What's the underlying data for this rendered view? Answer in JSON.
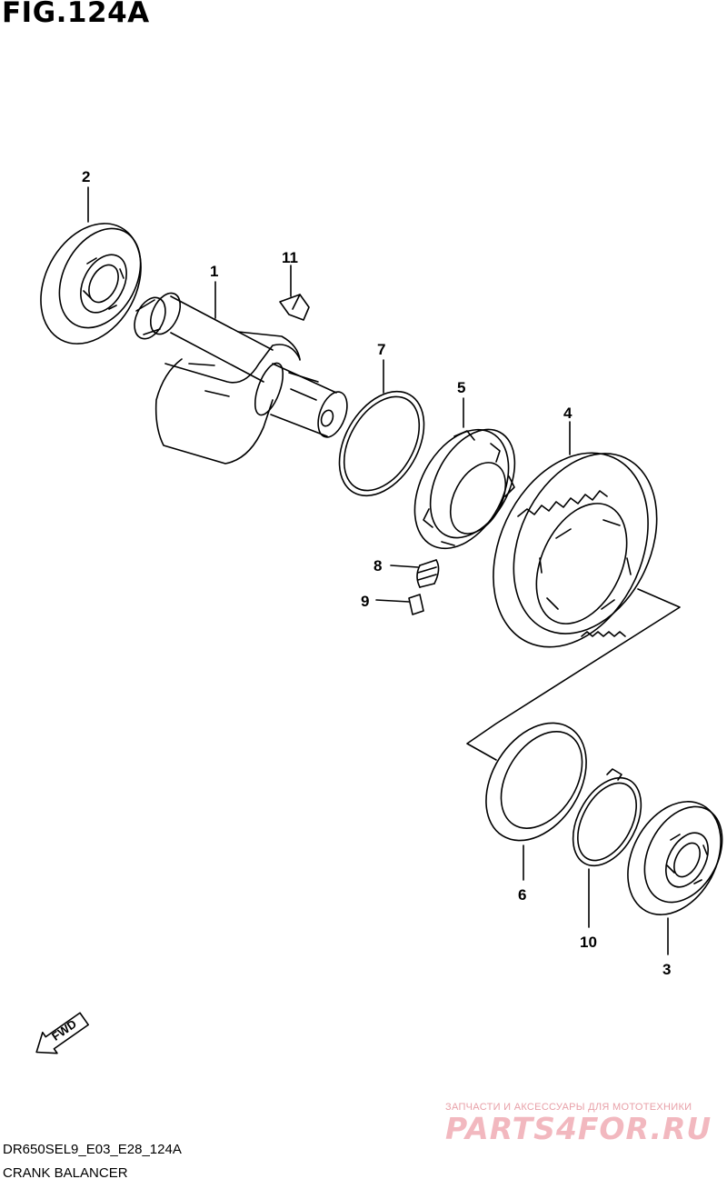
{
  "figure": {
    "title": "FIG.124A"
  },
  "callouts": {
    "c1": "1",
    "c2": "2",
    "c3": "3",
    "c4": "4",
    "c5": "5",
    "c6": "6",
    "c7": "7",
    "c8": "8",
    "c9": "9",
    "c10": "10",
    "c11": "11"
  },
  "fwd": {
    "label": "FWD"
  },
  "footer": {
    "model_code": "DR650SEL9_E03_E28_124A",
    "section_name": "CRANK BALANCER"
  },
  "watermark": {
    "subtitle": "ЗАПЧАСТИ И АКСЕССУАРЫ ДЛЯ МОТОТЕХНИКИ",
    "logo": "PARTS4FOR.RU",
    "color": "#f2b8bf"
  }
}
